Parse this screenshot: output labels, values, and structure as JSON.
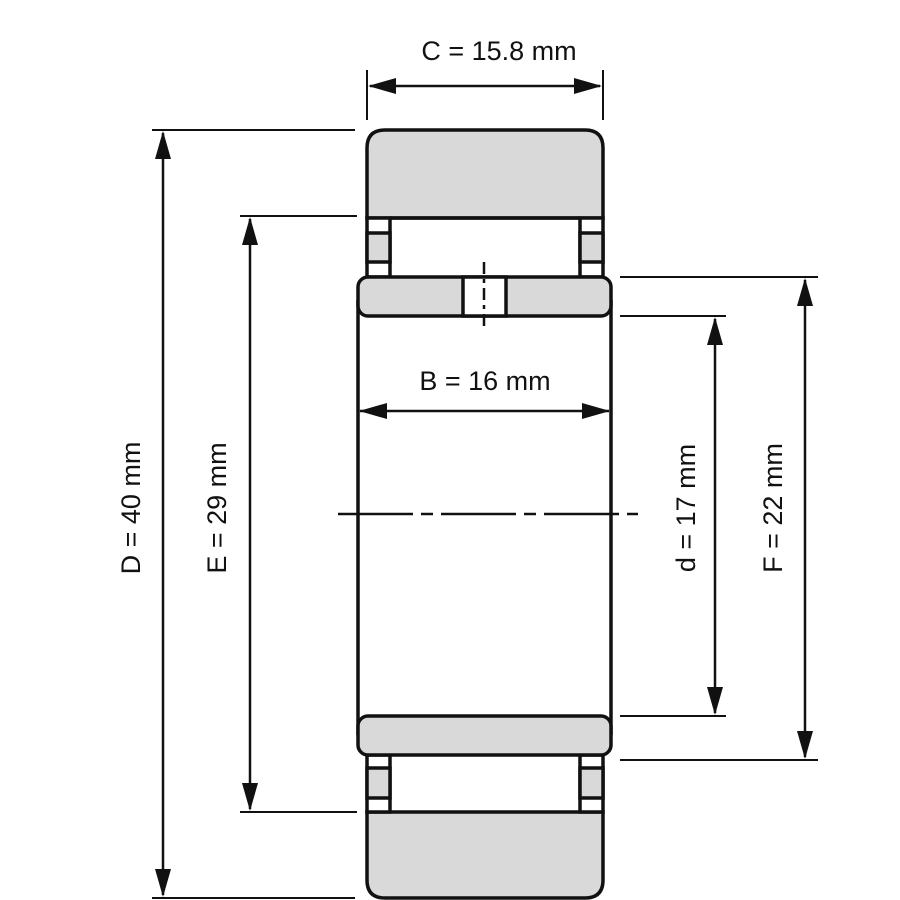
{
  "title": "Cylindrical roller bearing dimensions",
  "dimensions": {
    "C": "C = 15.8 mm",
    "B": "B = 16 mm",
    "D": "D = 40 mm",
    "E": "E = 29 mm",
    "d": "d = 17 mm",
    "F": "F = 22 mm"
  },
  "colors": {
    "fill": "#d9d9d9",
    "line": "#111111"
  }
}
